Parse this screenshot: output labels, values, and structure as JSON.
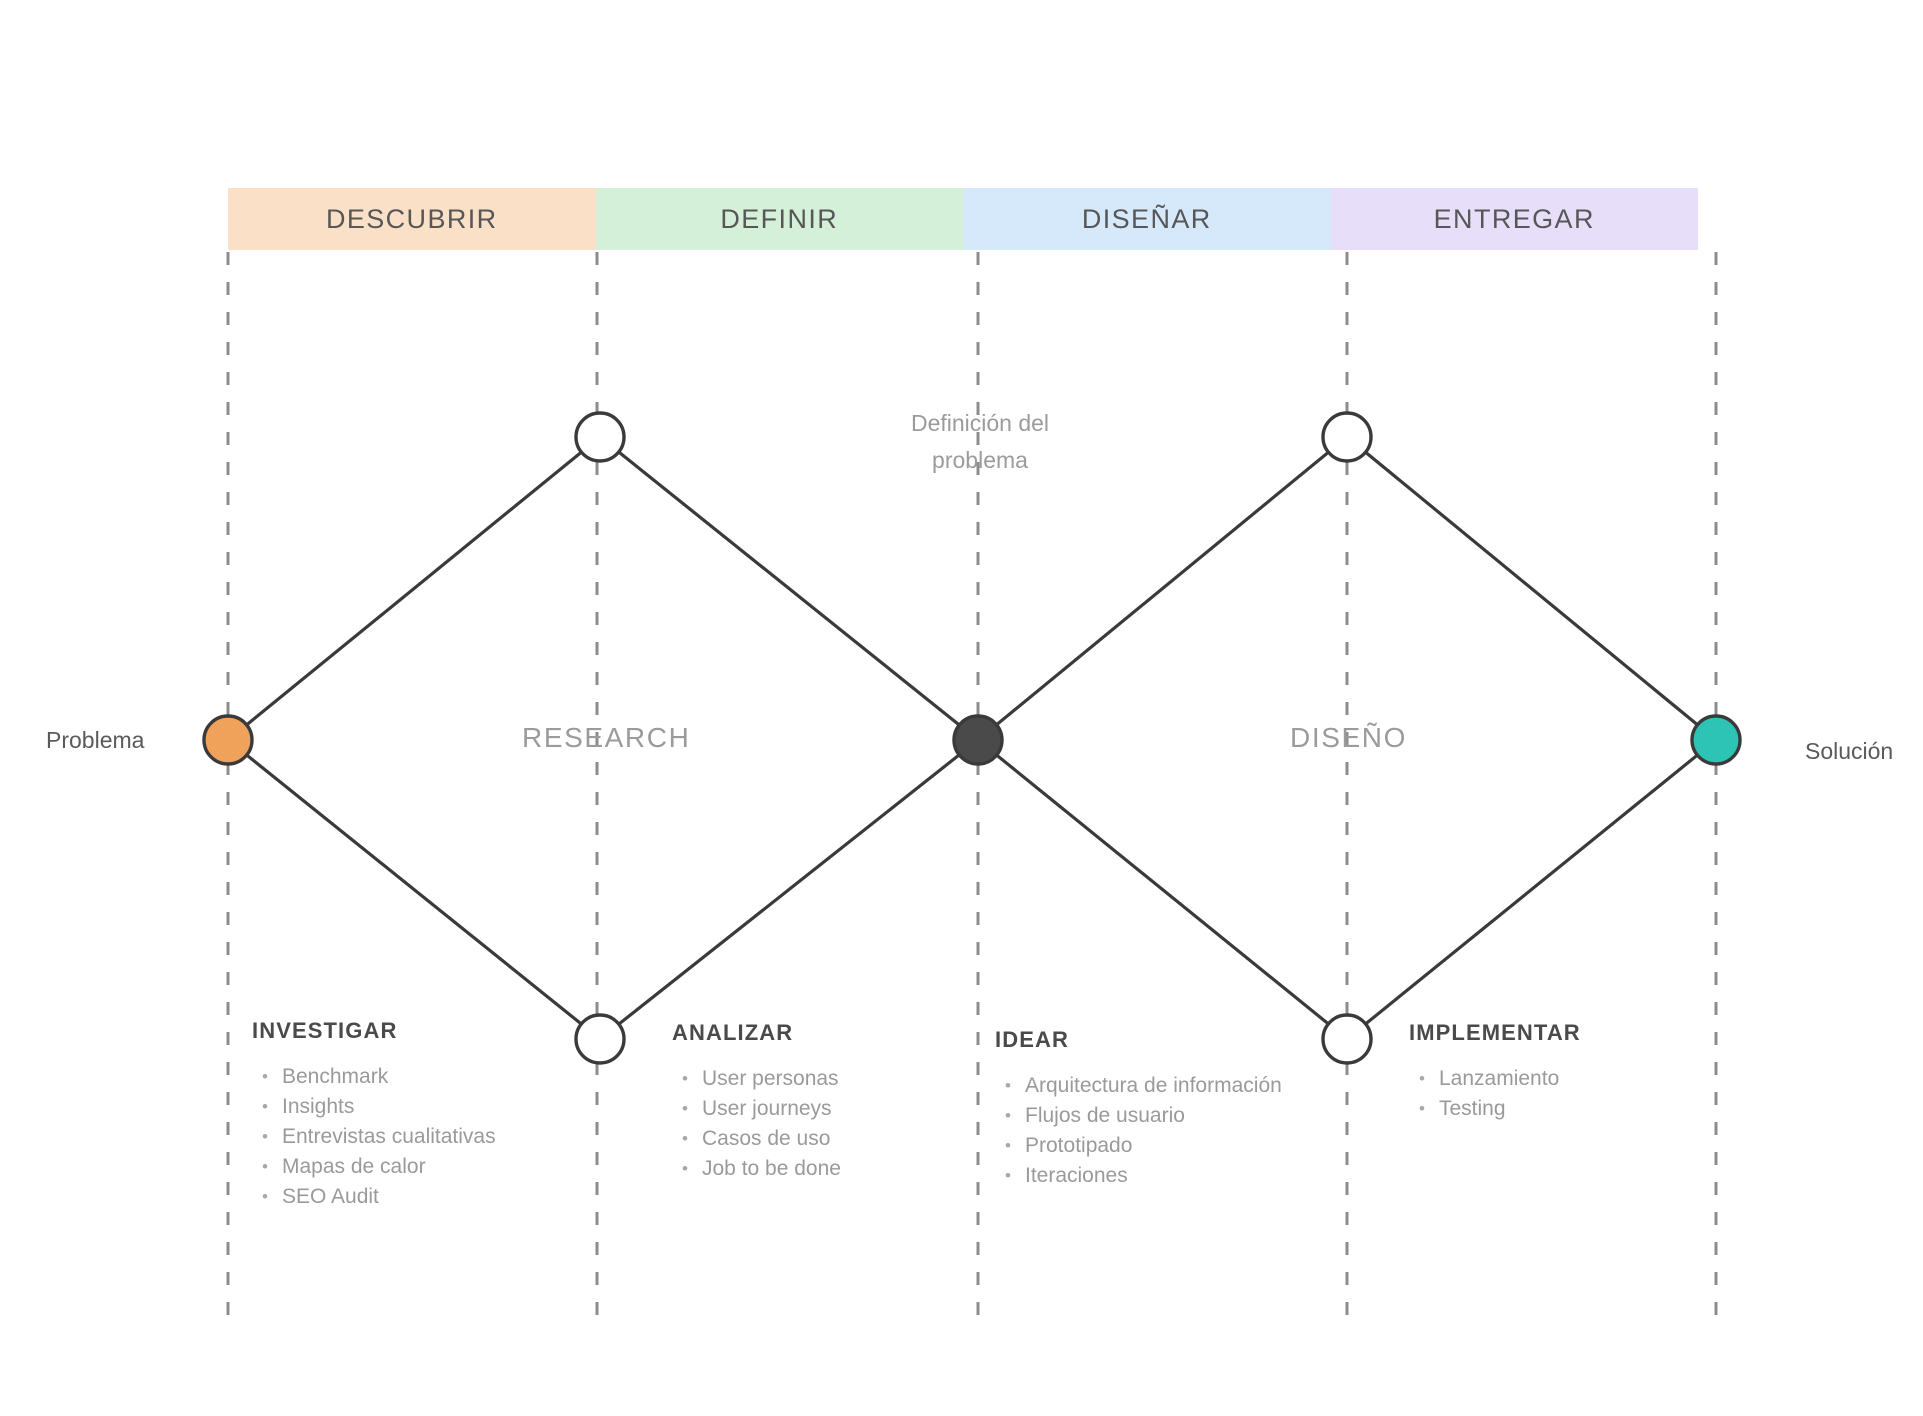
{
  "phases": [
    {
      "label": "DESCUBRIR",
      "color": "#fbe0c8"
    },
    {
      "label": "DEFINIR",
      "color": "#d4f0d8"
    },
    {
      "label": "DISEÑAR",
      "color": "#d6e9fb"
    },
    {
      "label": "ENTREGAR",
      "color": "#e7dffa"
    }
  ],
  "endpoints": {
    "problem_label": "Problema",
    "solution_label": "Solución",
    "problem_color": "#f0a15a",
    "solution_color": "#2dc4b6",
    "pivot_color": "#4a4a4a"
  },
  "diamonds": [
    {
      "caption": "RESEARCH"
    },
    {
      "caption": "DISEÑO"
    }
  ],
  "center_note": {
    "line1": "Definición del",
    "line2": "problema"
  },
  "steps": [
    {
      "title": "INVESTIGAR",
      "items": [
        "Benchmark",
        "Insights",
        "Entrevistas cualitativas",
        "Mapas de calor",
        "SEO Audit"
      ]
    },
    {
      "title": "ANALIZAR",
      "items": [
        "User personas",
        "User journeys",
        "Casos de uso",
        "Job to be done"
      ]
    },
    {
      "title": "IDEAR",
      "items": [
        "Arquitectura de información",
        "Flujos de usuario",
        "Prototipado",
        "Iteraciones"
      ]
    },
    {
      "title": "IMPLEMENTAR",
      "items": [
        "Lanzamiento",
        "Testing"
      ]
    }
  ],
  "colors": {
    "stroke": "#3a3a3a",
    "dashed": "#8c8c8c",
    "background": "#ffffff"
  }
}
